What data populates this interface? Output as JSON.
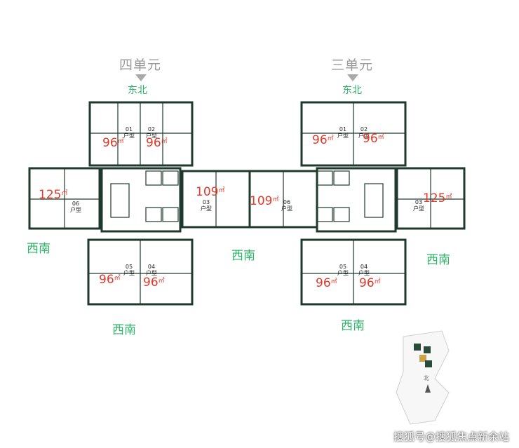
{
  "units": [
    {
      "title": "四单元",
      "north_label": "东北",
      "areas": {
        "a01": "96",
        "a02": "96",
        "a06": "125",
        "a03": "109",
        "a05": "96",
        "a04": "96"
      }
    },
    {
      "title": "三单元",
      "north_label": "东北",
      "areas": {
        "a01": "96",
        "a02": "96",
        "a03": "125",
        "a06": "109",
        "a05": "96",
        "a04": "96"
      }
    }
  ],
  "room_numbers": [
    "01",
    "02",
    "03",
    "04",
    "05",
    "06"
  ],
  "room_type": "户型",
  "area_unit": "㎡",
  "orient_labels": {
    "sw": "西南"
  },
  "compass_label": "北",
  "watermark": "搜狐号@搜狐焦点新余站",
  "colors": {
    "wall": "#1f3a2c",
    "area": "#e23a2a",
    "orient": "#2db36a",
    "title": "#9a9a9a"
  }
}
